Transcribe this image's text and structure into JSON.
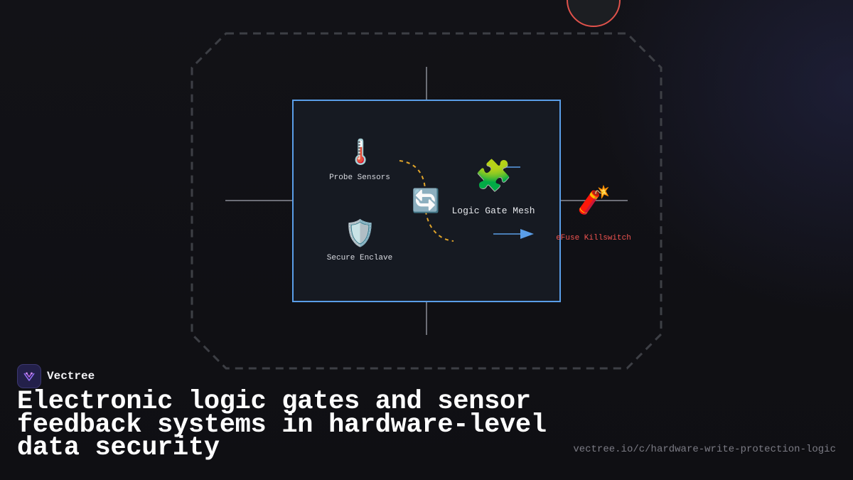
{
  "nodes": {
    "probe_sensors": {
      "label": "Probe Sensors",
      "icon": "thermometer-icon",
      "glyph": "🌡️"
    },
    "secure_enclave": {
      "label": "Secure Enclave",
      "icon": "shield-icon",
      "glyph": "🛡️"
    },
    "feedback_loop": {
      "icon": "refresh-arrows-icon",
      "glyph": "🔄"
    },
    "logic_gate_mesh": {
      "label": "Logic Gate Mesh",
      "icon": "puzzle-piece-icon",
      "glyph": "🧩"
    },
    "efuse_killswitch": {
      "label": "eFuse Killswitch",
      "icon": "firecracker-icon",
      "glyph": "🧨"
    }
  },
  "footer": {
    "brand_name": "Vectree",
    "title": "Electronic logic gates and sensor feedback systems in hardware-level data security",
    "source_url": "vectree.io/c/hardware-write-protection-logic"
  },
  "colors": {
    "background": "#111116",
    "box_border": "#5a9ee8",
    "box_fill": "#161a22",
    "octagon": "#3d3f45",
    "feedback_arc": "#e0a42a",
    "arrow": "#5a9ee8",
    "killswitch_label": "#ef5350",
    "alarm_circle_stroke": "#e0524b"
  }
}
